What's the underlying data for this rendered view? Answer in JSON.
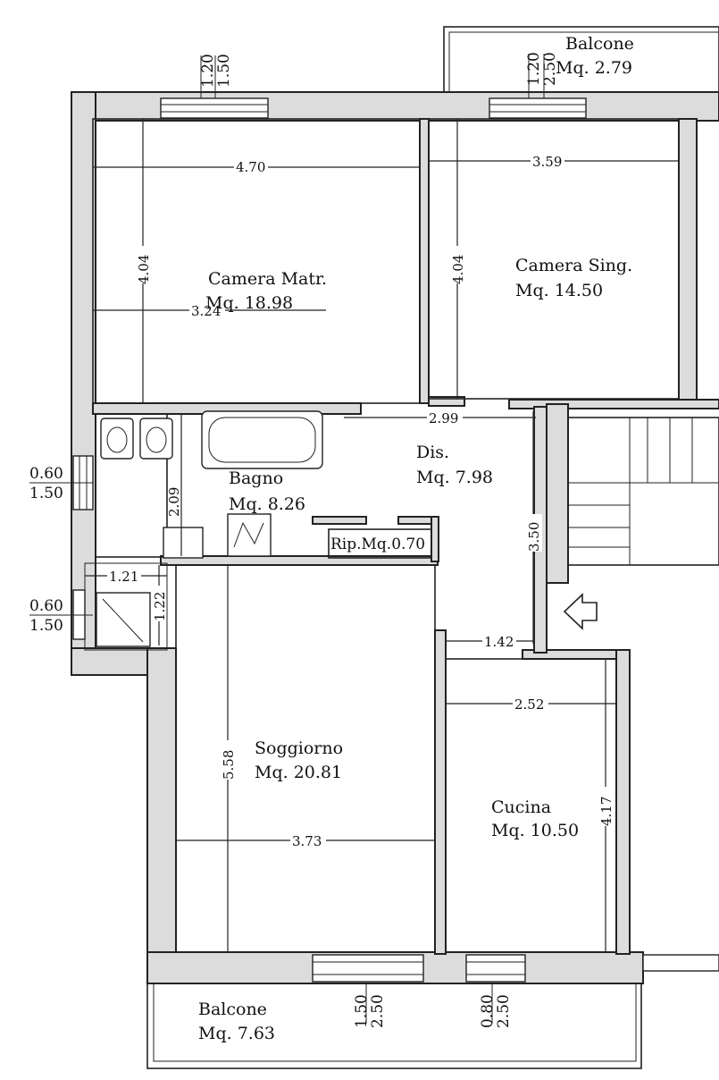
{
  "rooms": {
    "camera_matr": {
      "name": "Camera Matr.",
      "area": "Mq. 18.98"
    },
    "camera_sing": {
      "name": "Camera Sing.",
      "area": "Mq. 14.50"
    },
    "bagno": {
      "name": "Bagno",
      "area": "Mq. 8.26"
    },
    "dis": {
      "name": "Dis.",
      "area": "Mq. 7.98"
    },
    "rip": {
      "label": "Rip.Mq.0.70"
    },
    "soggiorno": {
      "name": "Soggiorno",
      "area": "Mq. 20.81"
    },
    "cucina": {
      "name": "Cucina",
      "area": "Mq. 10.50"
    },
    "balcone_top": {
      "name": "Balcone",
      "area": "Mq. 2.79"
    },
    "balcone_bottom": {
      "name": "Balcone",
      "area": "Mq. 7.63"
    }
  },
  "dimensions": {
    "matr_width": "4.70",
    "sing_width": "3.59",
    "matr_height": "4.04",
    "sing_height": "4.04",
    "dis_width": "2.99",
    "bagno_width": "3.24",
    "bagno_height": "2.09",
    "dis_height": "3.50",
    "doccia_width": "1.21",
    "doccia_height": "1.22",
    "entry_width": "1.42",
    "cucina_width": "2.52",
    "soggiorno_height": "5.58",
    "soggiorno_width": "3.73",
    "cucina_height": "4.17"
  },
  "windows": {
    "w1": {
      "a": "1.20",
      "b": "1.50"
    },
    "w2": {
      "a": "1.20",
      "b": "2.50"
    },
    "w3": {
      "a": "0.60",
      "b": "1.50"
    },
    "w4": {
      "a": "0.60",
      "b": "1.50"
    },
    "w5": {
      "a": "1.50",
      "b": "2.50"
    },
    "w6": {
      "a": "0.80",
      "b": "2.50"
    }
  }
}
